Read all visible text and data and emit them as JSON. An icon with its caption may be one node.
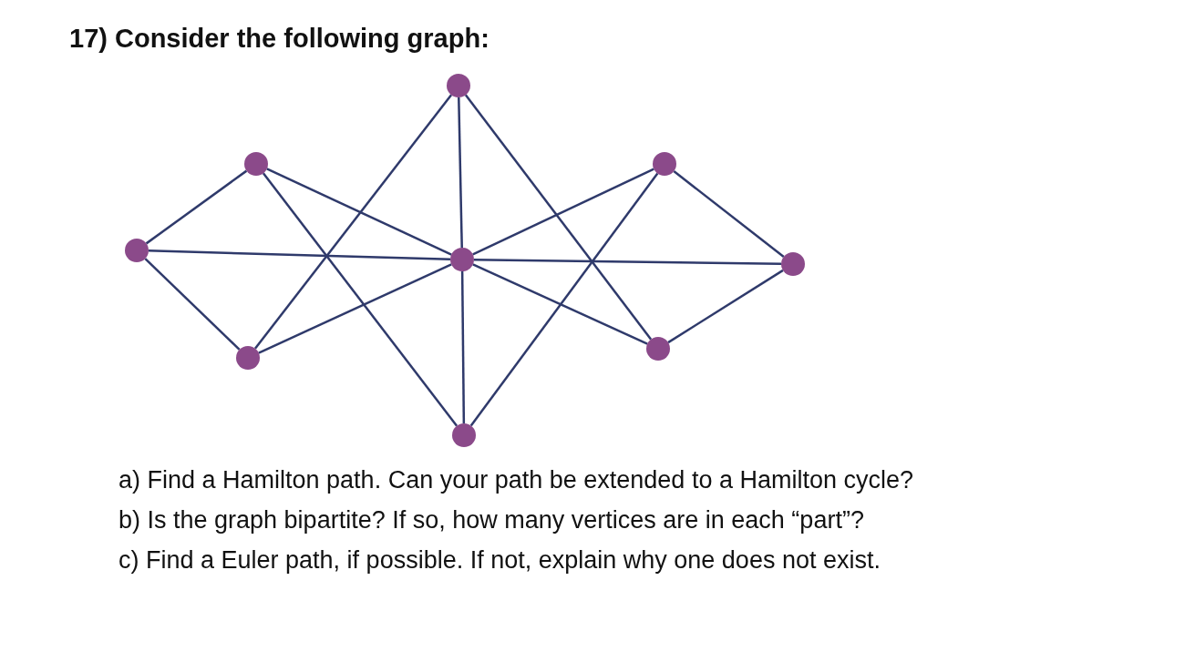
{
  "diagram": {
    "title": "17) Consider the following graph:",
    "nodes": [
      {
        "text": [],
        "shape": "circle"
      },
      {
        "text": [],
        "shape": "circle"
      },
      {
        "text": [],
        "shape": "circle"
      },
      {
        "text": [],
        "shape": "circle"
      },
      {
        "text": [],
        "shape": "circle"
      },
      {
        "text": [],
        "shape": "circle"
      },
      {
        "text": [],
        "shape": "circle"
      },
      {
        "text": [],
        "shape": "circle"
      },
      {
        "text": [],
        "shape": "circle"
      }
    ],
    "edges": [
      {
        "from": 3,
        "to": 1,
        "arrow": "none"
      },
      {
        "from": 3,
        "to": 7,
        "arrow": "none"
      },
      {
        "from": 3,
        "to": 4,
        "arrow": "none"
      },
      {
        "from": 1,
        "to": 4,
        "arrow": "none"
      },
      {
        "from": 1,
        "to": 8,
        "arrow": "none"
      },
      {
        "from": 7,
        "to": 0,
        "arrow": "none"
      },
      {
        "from": 7,
        "to": 4,
        "arrow": "none"
      },
      {
        "from": 0,
        "to": 4,
        "arrow": "none"
      },
      {
        "from": 4,
        "to": 8,
        "arrow": "none"
      },
      {
        "from": 0,
        "to": 6,
        "arrow": "none"
      },
      {
        "from": 4,
        "to": 2,
        "arrow": "none"
      },
      {
        "from": 4,
        "to": 5,
        "arrow": "none"
      },
      {
        "from": 4,
        "to": 6,
        "arrow": "none"
      },
      {
        "from": 2,
        "to": 8,
        "arrow": "none"
      },
      {
        "from": 2,
        "to": 5,
        "arrow": "none"
      },
      {
        "from": 6,
        "to": 5,
        "arrow": "none"
      }
    ],
    "labels": [
      "a) Find a Hamilton path. Can your path be extended to a Hamilton cycle?",
      "b) Is the graph bipartite? If so, how many vertices are in each “part”?",
      "c) Find a Euler path, if possible. If not, explain why one does not exist."
    ]
  }
}
